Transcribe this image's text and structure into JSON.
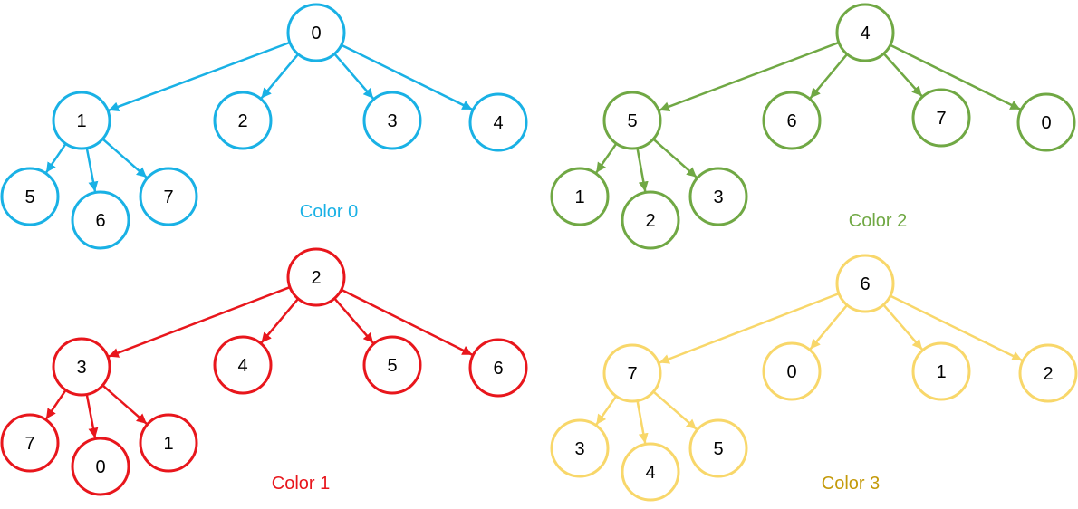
{
  "trees": [
    {
      "caption": "Color 0",
      "color": "#19b1e5",
      "caption_color": "#19b1e5",
      "root": "0",
      "children": [
        "1",
        "2",
        "3",
        "4"
      ],
      "grandchildren": [
        "5",
        "6",
        "7"
      ]
    },
    {
      "caption": "Color 2",
      "color": "#70a844",
      "caption_color": "#70a844",
      "root": "4",
      "children": [
        "5",
        "6",
        "7",
        "0"
      ],
      "grandchildren": [
        "1",
        "2",
        "3"
      ]
    },
    {
      "caption": "Color 1",
      "color": "#e8161c",
      "caption_color": "#e8161c",
      "root": "2",
      "children": [
        "3",
        "4",
        "5",
        "6"
      ],
      "grandchildren": [
        "7",
        "0",
        "1"
      ]
    },
    {
      "caption": "Color 3",
      "color": "#f8d76a",
      "caption_color": "#c49a0a",
      "root": "6",
      "children": [
        "7",
        "0",
        "1",
        "2"
      ],
      "grandchildren": [
        "3",
        "4",
        "5"
      ]
    }
  ]
}
